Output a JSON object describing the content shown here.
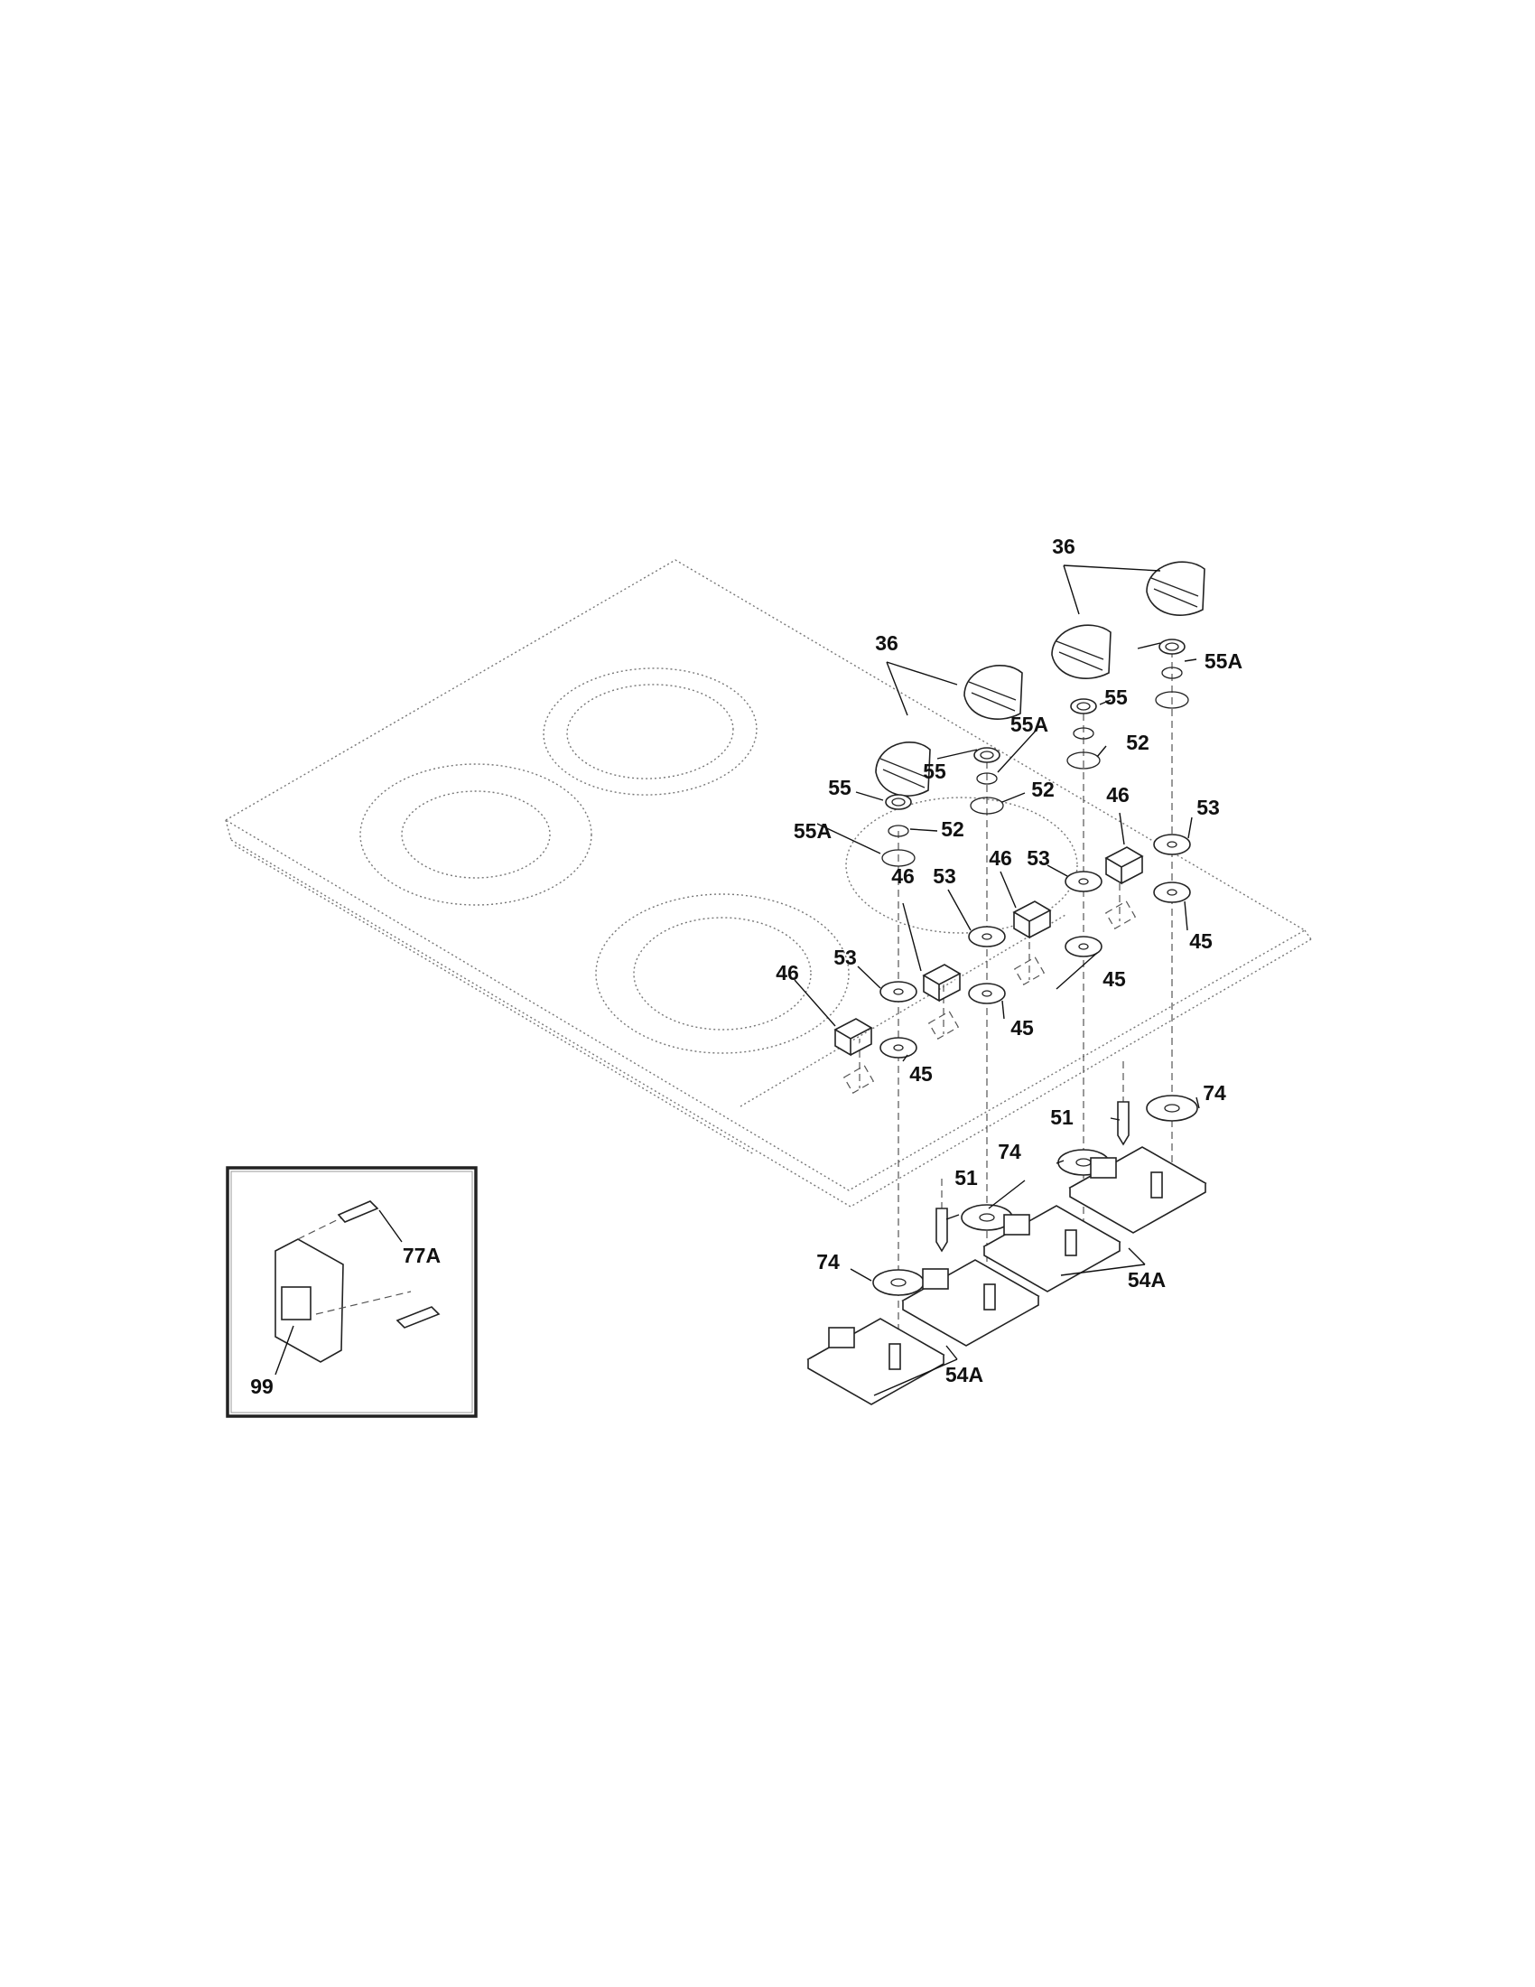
{
  "labels": {
    "knob": "36",
    "nut": "55",
    "washer": "55A",
    "gasket": "52",
    "seal": "53",
    "trim": "45",
    "indicator": "46",
    "bracket": "51",
    "insulator": "74",
    "control_board": "54A",
    "terminal": "77A",
    "switch": "99"
  }
}
